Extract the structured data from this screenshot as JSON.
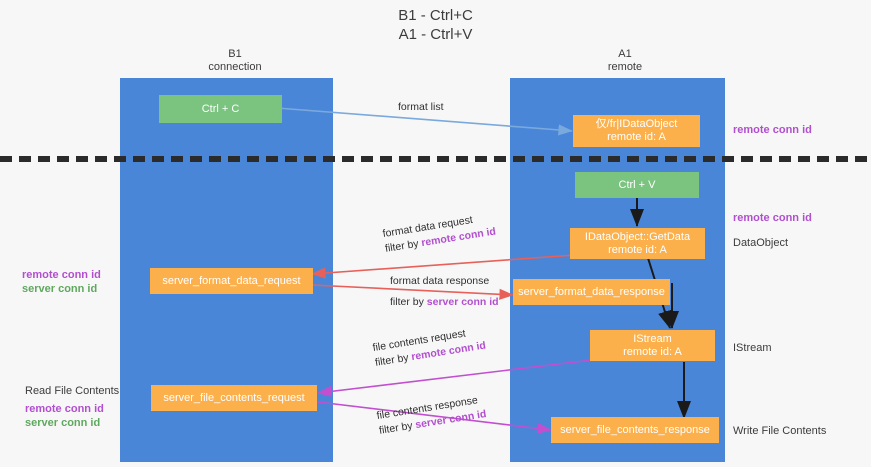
{
  "title": "B1 - Ctrl+C\nA1 - Ctrl+V",
  "columns": {
    "left": "B1\nconnection",
    "right": "A1\nremote"
  },
  "nodes": {
    "ctrl_c": "Ctrl + C",
    "ole_dataobject": "仅/fr|IDataObject\nremote id: A",
    "ctrl_v": "Ctrl + V",
    "getdata": "IDataObject::GetData\nremote id: A",
    "server_format_data_request": "server_format_data_request",
    "server_format_data_response": "server_format_data_response",
    "istream": "IStream\nremote id: A",
    "server_file_contents_request": "server_file_contents_request",
    "server_file_contents_response": "server_file_contents_response"
  },
  "edges": {
    "format_list": "format list",
    "format_data_request": "format data request",
    "format_data_request_filter_prefix": "filter by ",
    "format_data_request_filter_key": "remote conn id",
    "format_data_response": "format data response",
    "format_data_response_filter_prefix": "filter by ",
    "format_data_response_filter_key": "server conn id",
    "file_contents_request": "file contents request",
    "file_contents_request_filter_prefix": "filter by ",
    "file_contents_request_filter_key": "remote conn id",
    "file_contents_response": "file contents response",
    "file_contents_response_filter_prefix": "filter by ",
    "file_contents_response_filter_key": "server conn id"
  },
  "annotations": {
    "right_remote_conn_id_top": "remote conn id",
    "right_remote_conn_id_mid": "remote conn id",
    "right_dataobject": "DataObject",
    "right_istream": "IStream",
    "right_write_file_contents": "Write File Contents",
    "left_conn_ids_mid": "remote conn id\nserver conn id",
    "left_read_file_contents": "Read File Contents",
    "left_conn_ids_bottom": "remote conn id\nserver conn id"
  },
  "colors": {
    "lane": "#4a86d8",
    "green_node": "#7ac47f",
    "orange_node": "#fbb04c",
    "purple_text": "#b24fcf",
    "green_text": "#5fa85f",
    "arrow_blue": "#7aa9dd",
    "arrow_red": "#e8605a",
    "arrow_magenta": "#c24fd0",
    "arrow_black": "#1a1a1a",
    "divider": "#2b2b2b",
    "background": "#f7f7f7"
  }
}
